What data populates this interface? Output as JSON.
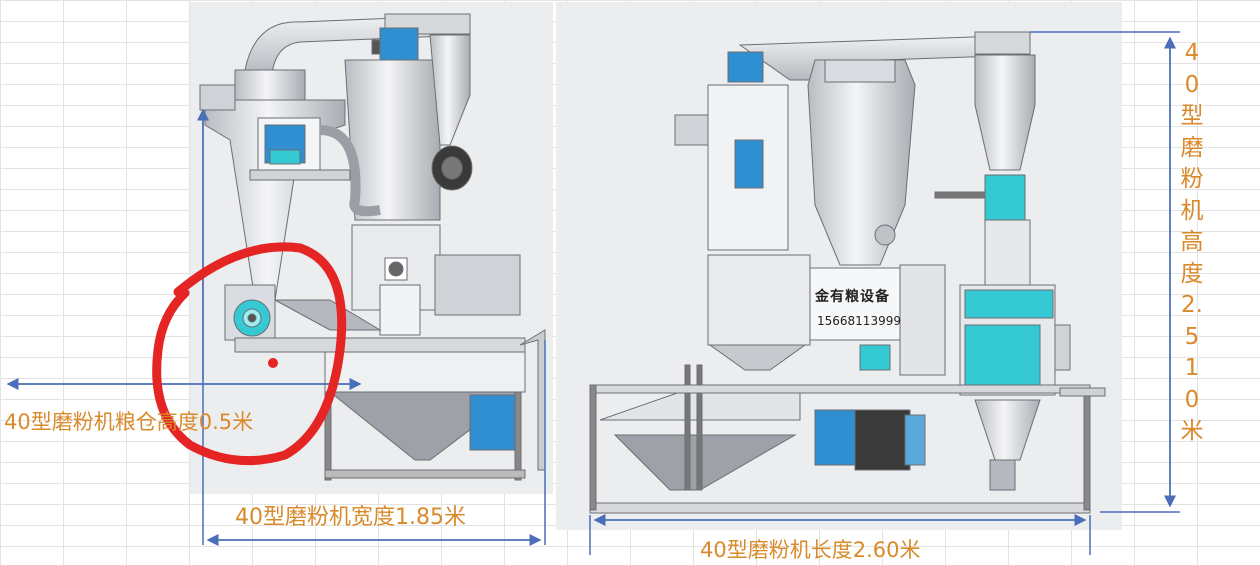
{
  "labels": {
    "width": "40型磨粉机宽度1.85米",
    "length": "40型磨粉机长度2.60米",
    "bin_height": "40型磨粉机粮仓高度0.5米",
    "height": "40型磨粉机高度2.510米"
  },
  "machine_plate": {
    "brand": "金有粮设备",
    "phone": "15668113999"
  },
  "colors": {
    "dimension_line": "#4a6fb8",
    "label": "#d98a2b",
    "highlight_circle": "#e52424",
    "motor": "#35c9d4"
  }
}
